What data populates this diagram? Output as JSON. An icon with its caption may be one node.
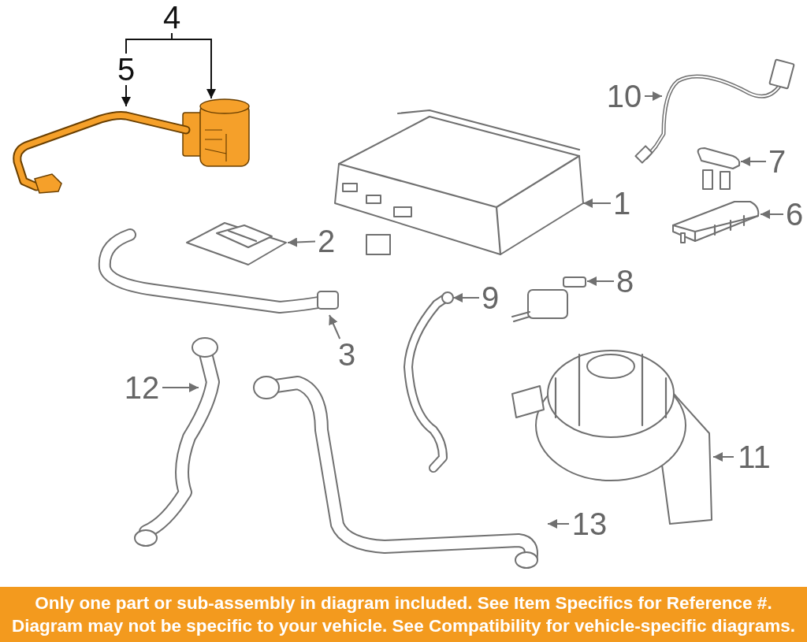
{
  "diagram": {
    "caption": "Only one part or sub-assembly in diagram included. See Item Specifics for Reference #. Diagram may not be specific to your vehicle. See Compatibility for vehicle-specific diagrams.",
    "nodes": [
      {
        "text": [
          "4"
        ]
      },
      {
        "text": [
          "5"
        ]
      },
      {
        "text": [],
        "shape": "picture"
      },
      {
        "text": [],
        "shape": "picture"
      },
      {
        "text": [
          "10"
        ]
      },
      {
        "text": [],
        "shape": "picture"
      },
      {
        "text": [
          "7"
        ]
      },
      {
        "text": [],
        "shape": "picture"
      },
      {
        "text": [
          "1"
        ]
      },
      {
        "text": [],
        "shape": "picture"
      },
      {
        "text": [
          "6"
        ]
      },
      {
        "text": [],
        "shape": "picture"
      },
      {
        "text": [
          "2"
        ]
      },
      {
        "text": [],
        "shape": "picture"
      },
      {
        "text": [
          "8"
        ]
      },
      {
        "text": [],
        "shape": "picture"
      },
      {
        "text": [
          "9"
        ]
      },
      {
        "text": [],
        "shape": "picture"
      },
      {
        "text": [
          "3"
        ]
      },
      {
        "text": [],
        "shape": "picture"
      },
      {
        "text": [
          "12"
        ]
      },
      {
        "text": [],
        "shape": "picture"
      },
      {
        "text": [
          "11"
        ]
      },
      {
        "text": [],
        "shape": "picture"
      },
      {
        "text": [
          "13"
        ]
      },
      {
        "text": [],
        "shape": "picture"
      }
    ],
    "edges": [
      {
        "from": 0,
        "to": 2,
        "arrow": "to",
        "color": "#111111"
      },
      {
        "from": 0,
        "to": 1,
        "arrow": "none",
        "color": "#111111"
      },
      {
        "from": 1,
        "to": 3,
        "arrow": "to",
        "color": "#111111"
      },
      {
        "from": 4,
        "to": 5,
        "arrow": "to"
      },
      {
        "from": 6,
        "to": 7,
        "arrow": "to"
      },
      {
        "from": 8,
        "to": 9,
        "arrow": "to"
      },
      {
        "from": 10,
        "to": 11,
        "arrow": "to"
      },
      {
        "from": 12,
        "to": 13,
        "arrow": "to"
      },
      {
        "from": 14,
        "to": 15,
        "arrow": "to"
      },
      {
        "from": 16,
        "to": 17,
        "arrow": "to"
      },
      {
        "from": 18,
        "to": 19,
        "arrow": "to"
      },
      {
        "from": 20,
        "to": 21,
        "arrow": "to"
      },
      {
        "from": 22,
        "to": 23,
        "arrow": "to"
      },
      {
        "from": 24,
        "to": 25,
        "arrow": "to"
      }
    ]
  }
}
